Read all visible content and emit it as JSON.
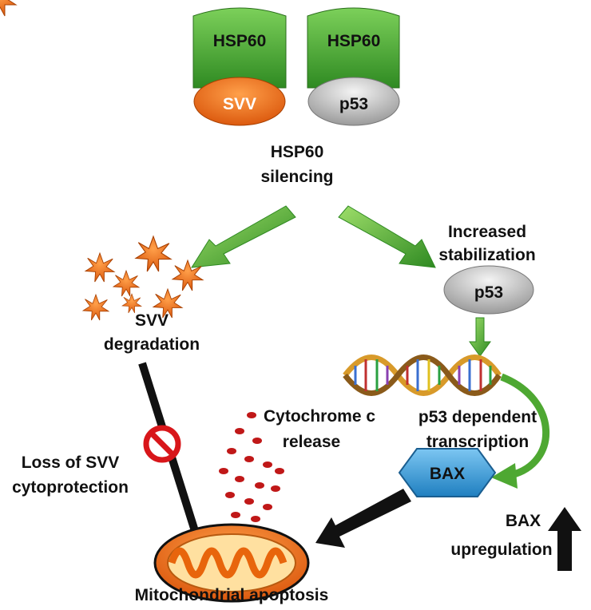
{
  "complex_left": {
    "chaperone": "HSP60",
    "client": "SVV"
  },
  "complex_right": {
    "chaperone": "HSP60",
    "client": "p53"
  },
  "silencing": [
    "HSP60",
    "silencing"
  ],
  "stabilization": [
    "Increased",
    "stabilization"
  ],
  "p53_label": "p53",
  "svv_degradation": [
    "SVV",
    "degradation"
  ],
  "transcription": [
    "p53 dependent",
    "transcription"
  ],
  "bax_label": "BAX",
  "bax_upregulation": [
    "BAX",
    "upregulation"
  ],
  "loss_cytoprotection": [
    "Loss of SVV",
    "cytoprotection"
  ],
  "cytochrome": [
    "Cytochrome c",
    "release"
  ],
  "apoptosis": "Mitochondrial apoptosis",
  "colors": {
    "hsp60": "#3f9a2f",
    "svv": "#e8650c",
    "p53": "#b8b8b8",
    "bax": "#3a9ad6",
    "arrow_green": "#4ea832",
    "cytochrome": "#c01818"
  }
}
